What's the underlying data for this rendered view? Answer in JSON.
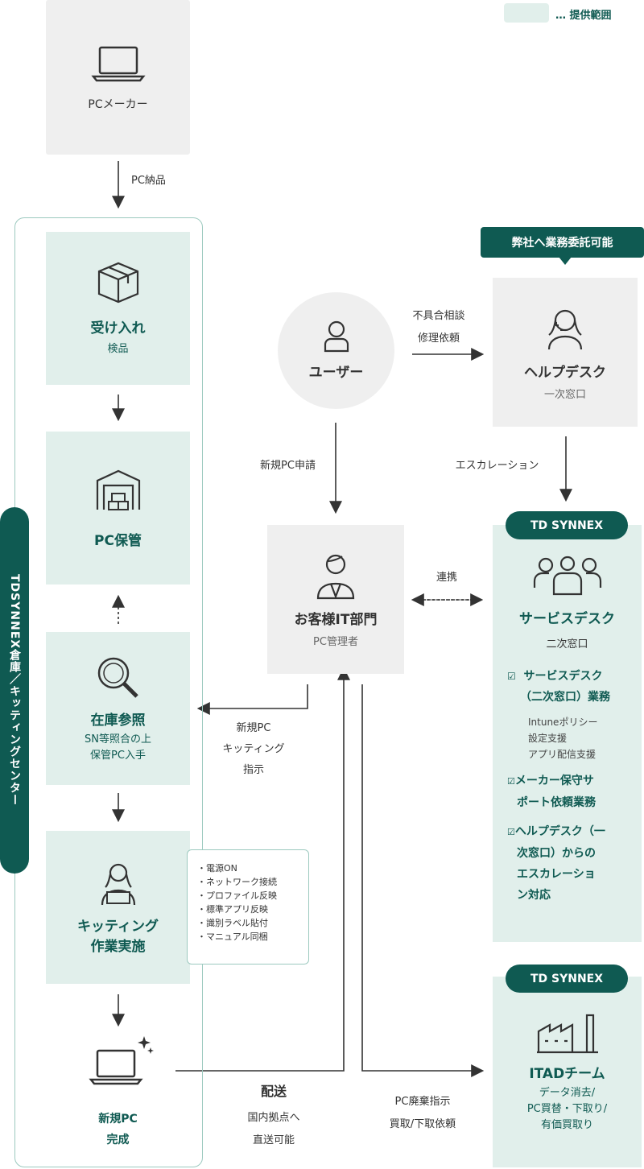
{
  "legend": {
    "label": "… 提供範囲",
    "color": "#e1efeb"
  },
  "pc_maker": {
    "label": "PCメーカー"
  },
  "pc_delivery": "PC納品",
  "warehouse": {
    "vertical_label": "TDSYNNEX倉庫／キッティングセンター",
    "receive": {
      "title": "受け入れ",
      "sub": "検品"
    },
    "storage": {
      "title": "PC保管"
    },
    "inventory": {
      "title": "在庫参照",
      "sub1": "SN等照合の上",
      "sub2": "保管PC入手"
    },
    "kitting": {
      "title1": "キッティング",
      "title2": "作業実施",
      "bullets": [
        "電源ON",
        "ネットワーク接続",
        "プロファイル反映",
        "標準アプリ反映",
        "識別ラベル貼付",
        "マニュアル同梱"
      ]
    },
    "new_pc": {
      "line1": "新規PC",
      "line2": "完成"
    }
  },
  "user": {
    "label": "ユーザー"
  },
  "user_to_helpdesk": {
    "line1": "不具合相談",
    "line2": "修理依頼"
  },
  "outsource_badge": "弊社へ業務委託可能",
  "helpdesk": {
    "title": "ヘルプデスク",
    "sub": "一次窓口"
  },
  "escalation": "エスカレーション",
  "new_pc_request": "新規PC申請",
  "it_dept": {
    "title": "お客様IT部門",
    "sub": "PC管理者"
  },
  "collab": "連携",
  "kitting_instruction": {
    "line1": "新規PC",
    "line2": "キッティング",
    "line3": "指示"
  },
  "delivery": {
    "title": "配送",
    "line1": "国内拠点へ",
    "line2": "直送可能"
  },
  "disposal": {
    "line1": "PC廃棄指示",
    "line2": "買取/下取依頼"
  },
  "service_desk": {
    "badge": "TD SYNNEX",
    "title": "サービスデスク",
    "sub": "二次窓口",
    "item1_line1": "サービスデスク",
    "item1_line2": "（二次窓口）業務",
    "item1_details": [
      "Intuneポリシー",
      "設定支援",
      "アプリ配信支援"
    ],
    "item2_line1": "メーカー保守サ",
    "item2_line2": "ポート依頼業務",
    "item3_lines": [
      "ヘルプデスク（一",
      "次窓口）からの",
      "エスカレーショ",
      "ン対応"
    ]
  },
  "itad": {
    "badge": "TD SYNNEX",
    "title": "ITADチーム",
    "lines": [
      "データ消去/",
      "PC買替・下取り/",
      "有価買取り"
    ]
  }
}
